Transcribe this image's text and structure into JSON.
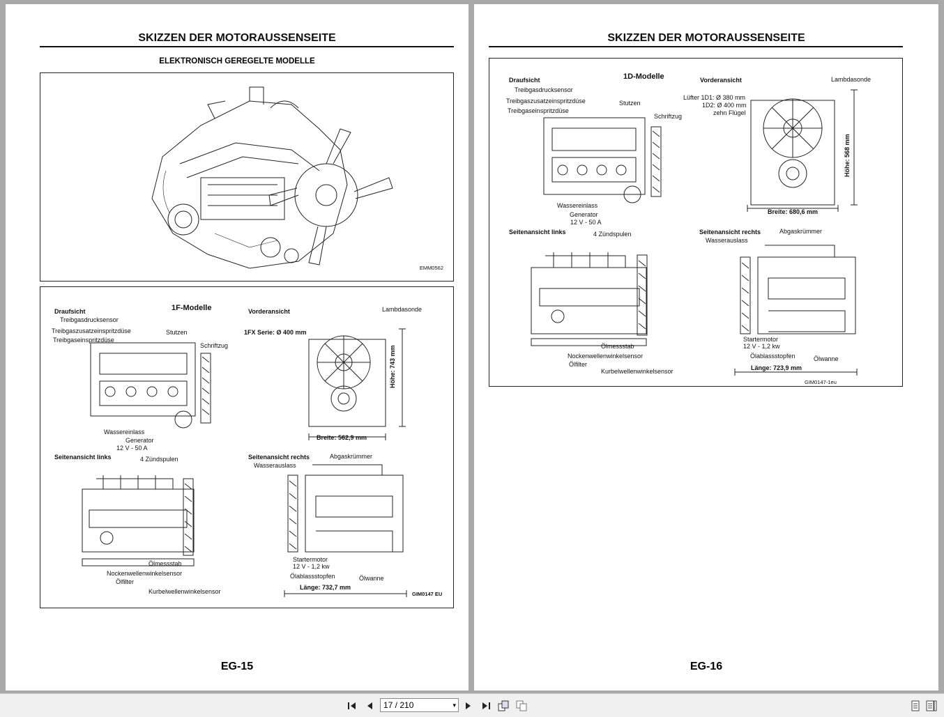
{
  "left_page": {
    "title": "SKIZZEN DER MOTORAUSSENSEITE",
    "subtitle": "ELEKTRONISCH GEREGELTE MODELLE",
    "figure1_code": "EMM0562",
    "figure2": {
      "model": "1F-Modelle",
      "draufsicht": "Draufsicht",
      "labels_top": [
        "Treibgasdrucksensor",
        "Treibgaszusatzeinspritzdüse",
        "Treibgaseinspritzdüse",
        "Stutzen",
        "Schriftzug",
        "Wassereinlass",
        "Generator",
        "12 V - 50 A"
      ],
      "vorderansicht": "Vorderansicht",
      "lambda": "Lambdasonde",
      "fan": "1FX Serie: Ø 400 mm",
      "height": "Höhe: 743 mm",
      "width": "Breite: 562,9 mm",
      "left_side": "Seitenansicht links",
      "zuend": "4 Zündspulen",
      "labels_left": [
        "Ölmessstab",
        "Nockenwellenwinkelsensor",
        "Ölfilter",
        "Kurbelwellenwinkelsensor"
      ],
      "right_side": "Seitenansicht rechts",
      "abgas": "Abgaskrümmer",
      "wasserauslass": "Wasserauslass",
      "starter": "Startermotor",
      "starter_v": "12 V - 1,2 kw",
      "oelablass": "Ölablassstopfen",
      "oelwanne": "Ölwanne",
      "length": "Länge: 732,7 mm",
      "code": "GIM0147 EU"
    },
    "page_number": "EG-15"
  },
  "right_page": {
    "title": "SKIZZEN DER MOTORAUSSENSEITE",
    "figure": {
      "model": "1D-Modelle",
      "draufsicht": "Draufsicht",
      "labels_top": [
        "Treibgasdrucksensor",
        "Treibgaszusatzeinspritzdüse",
        "Treibgaseinspritzdüse",
        "Stutzen",
        "Schriftzug",
        "Wassereinlass",
        "Generator",
        "12 V - 50 A"
      ],
      "vorderansicht": "Vorderansicht",
      "lambda": "Lambdasonde",
      "fan1": "Lüfter 1D1: Ø 380 mm",
      "fan2": "1D2: Ø 400 mm",
      "fan3": "zehn Flügel",
      "height": "Höhe: 568 mm",
      "width": "Breite: 680,6 mm",
      "left_side": "Seitenansicht links",
      "zuend": "4 Zündspulen",
      "labels_left": [
        "Ölmessstab",
        "Nockenwellenwinkelsensor",
        "Ölfilter",
        "Kurbelwellenwinkelsensor"
      ],
      "right_side": "Seitenansicht rechts",
      "abgas": "Abgaskrümmer",
      "wasserauslass": "Wasserauslass",
      "starter": "Startermotor",
      "starter_v": "12 V - 1,2 kw",
      "oelablass": "Ölablassstopfen",
      "oelwanne": "Ölwanne",
      "length": "Länge: 723,9 mm",
      "code": "GIM0147-1eu"
    },
    "page_number": "EG-16"
  },
  "toolbar": {
    "page_display": "17 / 210",
    "icons": [
      "first-page-icon",
      "prev-page-icon",
      "next-page-icon",
      "last-page-icon",
      "rotate-icon",
      "copy-icon",
      "single-page-view-icon",
      "two-page-view-icon"
    ]
  }
}
